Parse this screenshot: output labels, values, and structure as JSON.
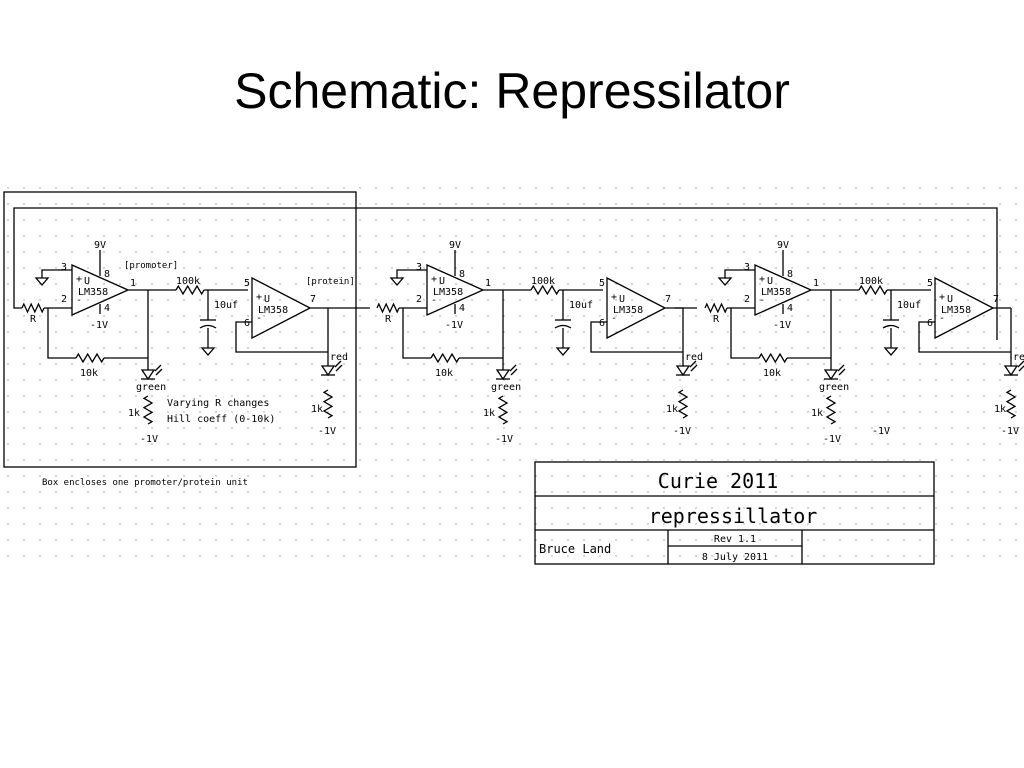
{
  "slide": {
    "title": "Schematic: Repressilator"
  },
  "schematic": {
    "supply_label": "9V",
    "pin_labels": [
      "3",
      "2",
      "8",
      "4",
      "1",
      "5",
      "6",
      "7"
    ],
    "opamp_part": "LM358",
    "opamp_unit": "U",
    "promoter_label": "[promoter]",
    "protein_label": "[protein]",
    "resistor_series": "100k",
    "capacitor": "10uf",
    "resistor_feedback": "10k",
    "resistor_input": "R",
    "resistor_led": "1k",
    "led_green": "green",
    "led_red": "red",
    "neg_supply": "-1V",
    "plus_sign": "+",
    "minus_sign": "-",
    "note_line1": "Varying R changes",
    "note_line2": "Hill coeff (0-10k)",
    "box_caption": "Box encloses one promoter/protein unit"
  },
  "title_block": {
    "project": "Curie 2011",
    "design": "repressillator",
    "author": "Bruce Land",
    "revision": "Rev 1.1",
    "date": "8 July 2011",
    "date_color": "#1a1aff"
  }
}
